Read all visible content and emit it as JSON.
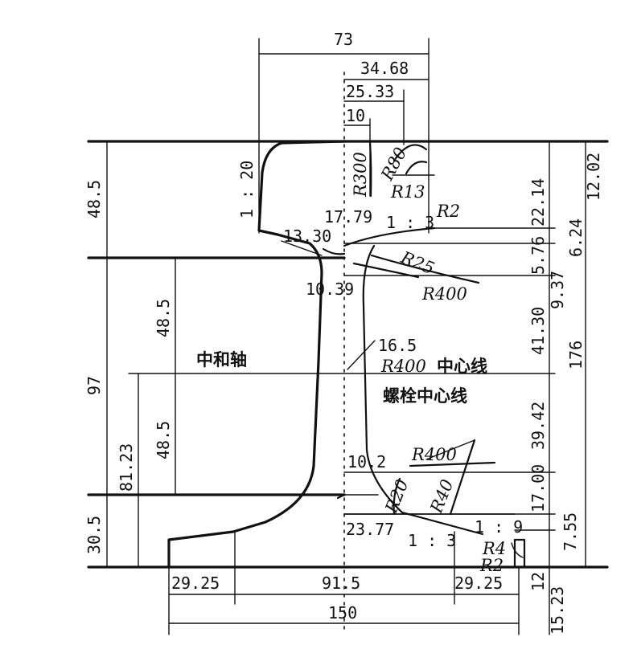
{
  "diagram": {
    "dims": {
      "top_width": "73",
      "d_34_68": "34.68",
      "d_25_33": "25.33",
      "d_10": "10",
      "head_height": "48.5",
      "d_12_02": "12.02",
      "d_22_14": "22.14",
      "d_6_24": "6.24",
      "d_5_76": "5.76",
      "d_9_37": "9.37",
      "d_41_30": "41.30",
      "total_height": "176",
      "d_39_42": "39.42",
      "d_17_00": "17.00",
      "d_7_55": "7.55",
      "d_15_23": "15.23",
      "d_12": "12",
      "d_97": "97",
      "d_48_5_upper": "48.5",
      "d_48_5_lower": "48.5",
      "d_81_23": "81.23",
      "d_30_5": "30.5",
      "d_17_79": "17.79",
      "d_13_30": "13.30",
      "d_10_39": "10.39",
      "d_16_5": "16.5",
      "d_10_2": "10.2",
      "d_23_77": "23.77",
      "base_left": "29.25",
      "base_mid": "91.5",
      "base_right": "29.25",
      "base_width": "150"
    },
    "slopes": {
      "head_side": "1 : 20",
      "web_top": "1 : 3",
      "base_top": "1 : 3",
      "base_right": "1 : 9"
    },
    "radii": {
      "r300": "R300",
      "r80": "R80",
      "r13": "R13",
      "r2_top": "R2",
      "r25": "R25",
      "r400_upper": "R400",
      "r400_center": "R400",
      "r400_lower": "R400",
      "r20": "R20",
      "r40": "R40",
      "r4": "R4",
      "r2_bottom": "R2"
    },
    "labels": {
      "neutral_axis": "中和轴",
      "centerline": "中心线",
      "bolt_centerline": "螺栓中心线"
    }
  }
}
